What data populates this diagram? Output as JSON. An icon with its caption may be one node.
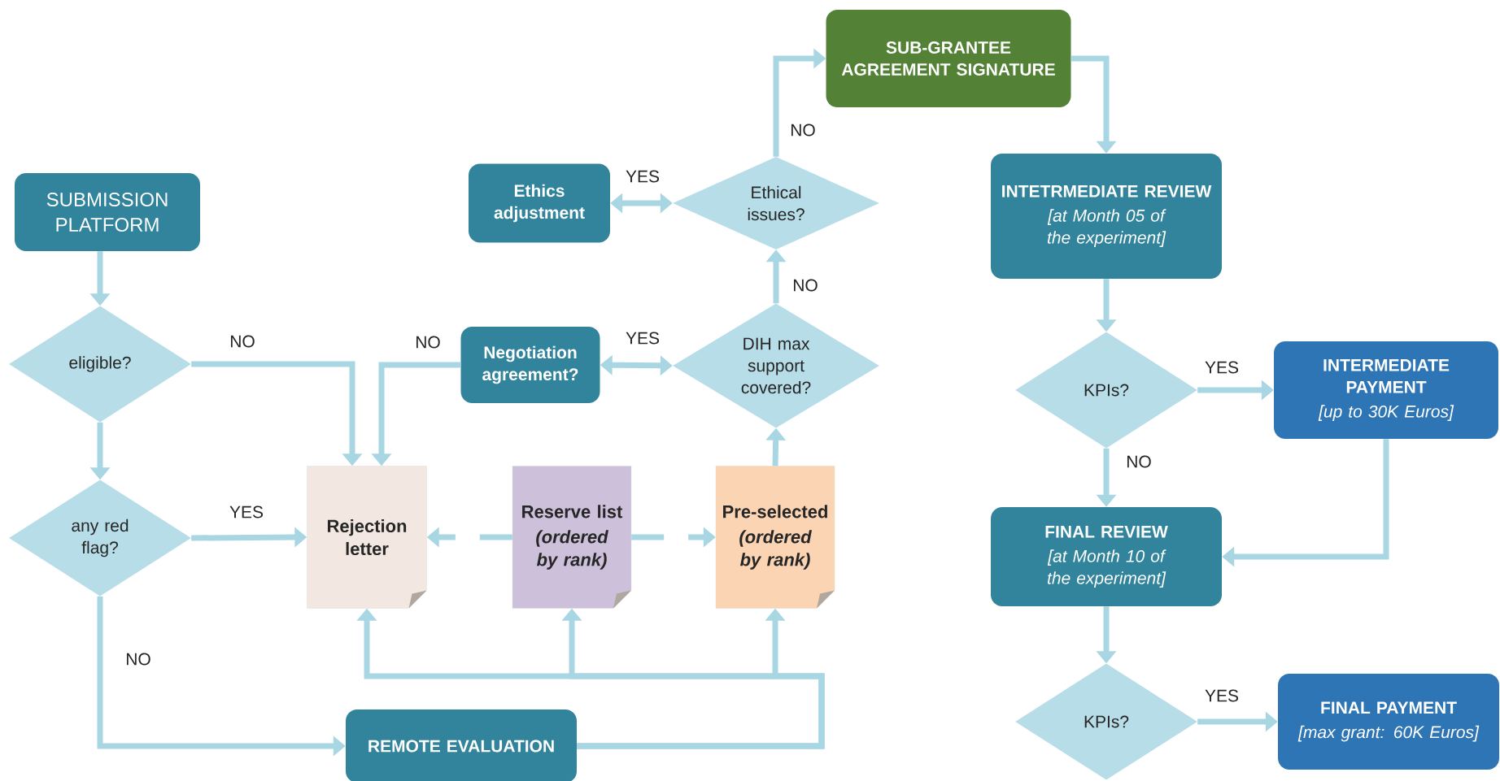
{
  "diagram": {
    "nodes": [
      {
        "text": [
          "SUBMISSION PLATFORM"
        ]
      },
      {
        "text": [
          "eligible?"
        ]
      },
      {
        "text": [
          "any red flag?"
        ]
      },
      {
        "text": [
          "Rejection letter"
        ]
      },
      {
        "text": [
          "Reserve list",
          "(ordered by rank)"
        ]
      },
      {
        "text": [
          "Pre-selected",
          "(ordered by rank)"
        ]
      },
      {
        "text": [
          "REMOTE EVALUATION"
        ]
      },
      {
        "text": [
          "Negotiation agreement?"
        ]
      },
      {
        "text": [
          "DIH max support covered?"
        ]
      },
      {
        "text": [
          "Ethics adjustment"
        ]
      },
      {
        "text": [
          "Ethical issues?"
        ]
      },
      {
        "text": [
          "SUB-GRANTEE AGREEMENT SIGNATURE"
        ]
      },
      {
        "text": [
          "INTETRMEDIATE REVIEW",
          "[at Month 05 of the experiment]"
        ]
      },
      {
        "text": [
          "KPIs?"
        ]
      },
      {
        "text": [
          "INTERMEDIATE PAYMENT",
          "[up to 30K Euros]"
        ]
      },
      {
        "text": [
          "FINAL REVIEW",
          "[at Month 10 of the experiment]"
        ]
      },
      {
        "text": [
          "KPIs?"
        ]
      },
      {
        "text": [
          "FINAL PAYMENT",
          "[max grant: 60K Euros]"
        ]
      }
    ],
    "edges": [
      {
        "from": 0,
        "to": 1,
        "arrow": "to"
      },
      {
        "from": 1,
        "to": 3,
        "arrow": "to",
        "label": "NO"
      },
      {
        "from": 1,
        "to": 2,
        "arrow": "to"
      },
      {
        "from": 2,
        "to": 3,
        "arrow": "to",
        "label": "YES"
      },
      {
        "from": 2,
        "to": 6,
        "arrow": "to",
        "label": "NO"
      },
      {
        "from": 7,
        "to": 3,
        "arrow": "to",
        "label": "NO"
      },
      {
        "from": 8,
        "to": 7,
        "arrow": "both",
        "label": "YES"
      },
      {
        "from": 8,
        "to": 10,
        "arrow": "to",
        "label": "NO"
      },
      {
        "from": 10,
        "to": 9,
        "arrow": "both",
        "label": "YES"
      },
      {
        "from": 10,
        "to": 11,
        "arrow": "to",
        "label": "NO"
      },
      {
        "from": 6,
        "to": 3,
        "arrow": "to"
      },
      {
        "from": 6,
        "to": 4,
        "arrow": "to"
      },
      {
        "from": 6,
        "to": 5,
        "arrow": "to"
      },
      {
        "from": 4,
        "to": 3,
        "arrow": "to",
        "style": "dashed"
      },
      {
        "from": 4,
        "to": 5,
        "arrow": "to",
        "style": "dashed"
      },
      {
        "from": 5,
        "to": 8,
        "arrow": "to"
      },
      {
        "from": 11,
        "to": 12,
        "arrow": "to"
      },
      {
        "from": 12,
        "to": 13,
        "arrow": "to"
      },
      {
        "from": 13,
        "to": 14,
        "arrow": "to",
        "label": "YES"
      },
      {
        "from": 13,
        "to": 15,
        "arrow": "to",
        "label": "NO"
      },
      {
        "from": 14,
        "to": 15,
        "arrow": "to"
      },
      {
        "from": 15,
        "to": 16,
        "arrow": "to"
      },
      {
        "from": 16,
        "to": 17,
        "arrow": "to",
        "label": "YES"
      }
    ]
  }
}
